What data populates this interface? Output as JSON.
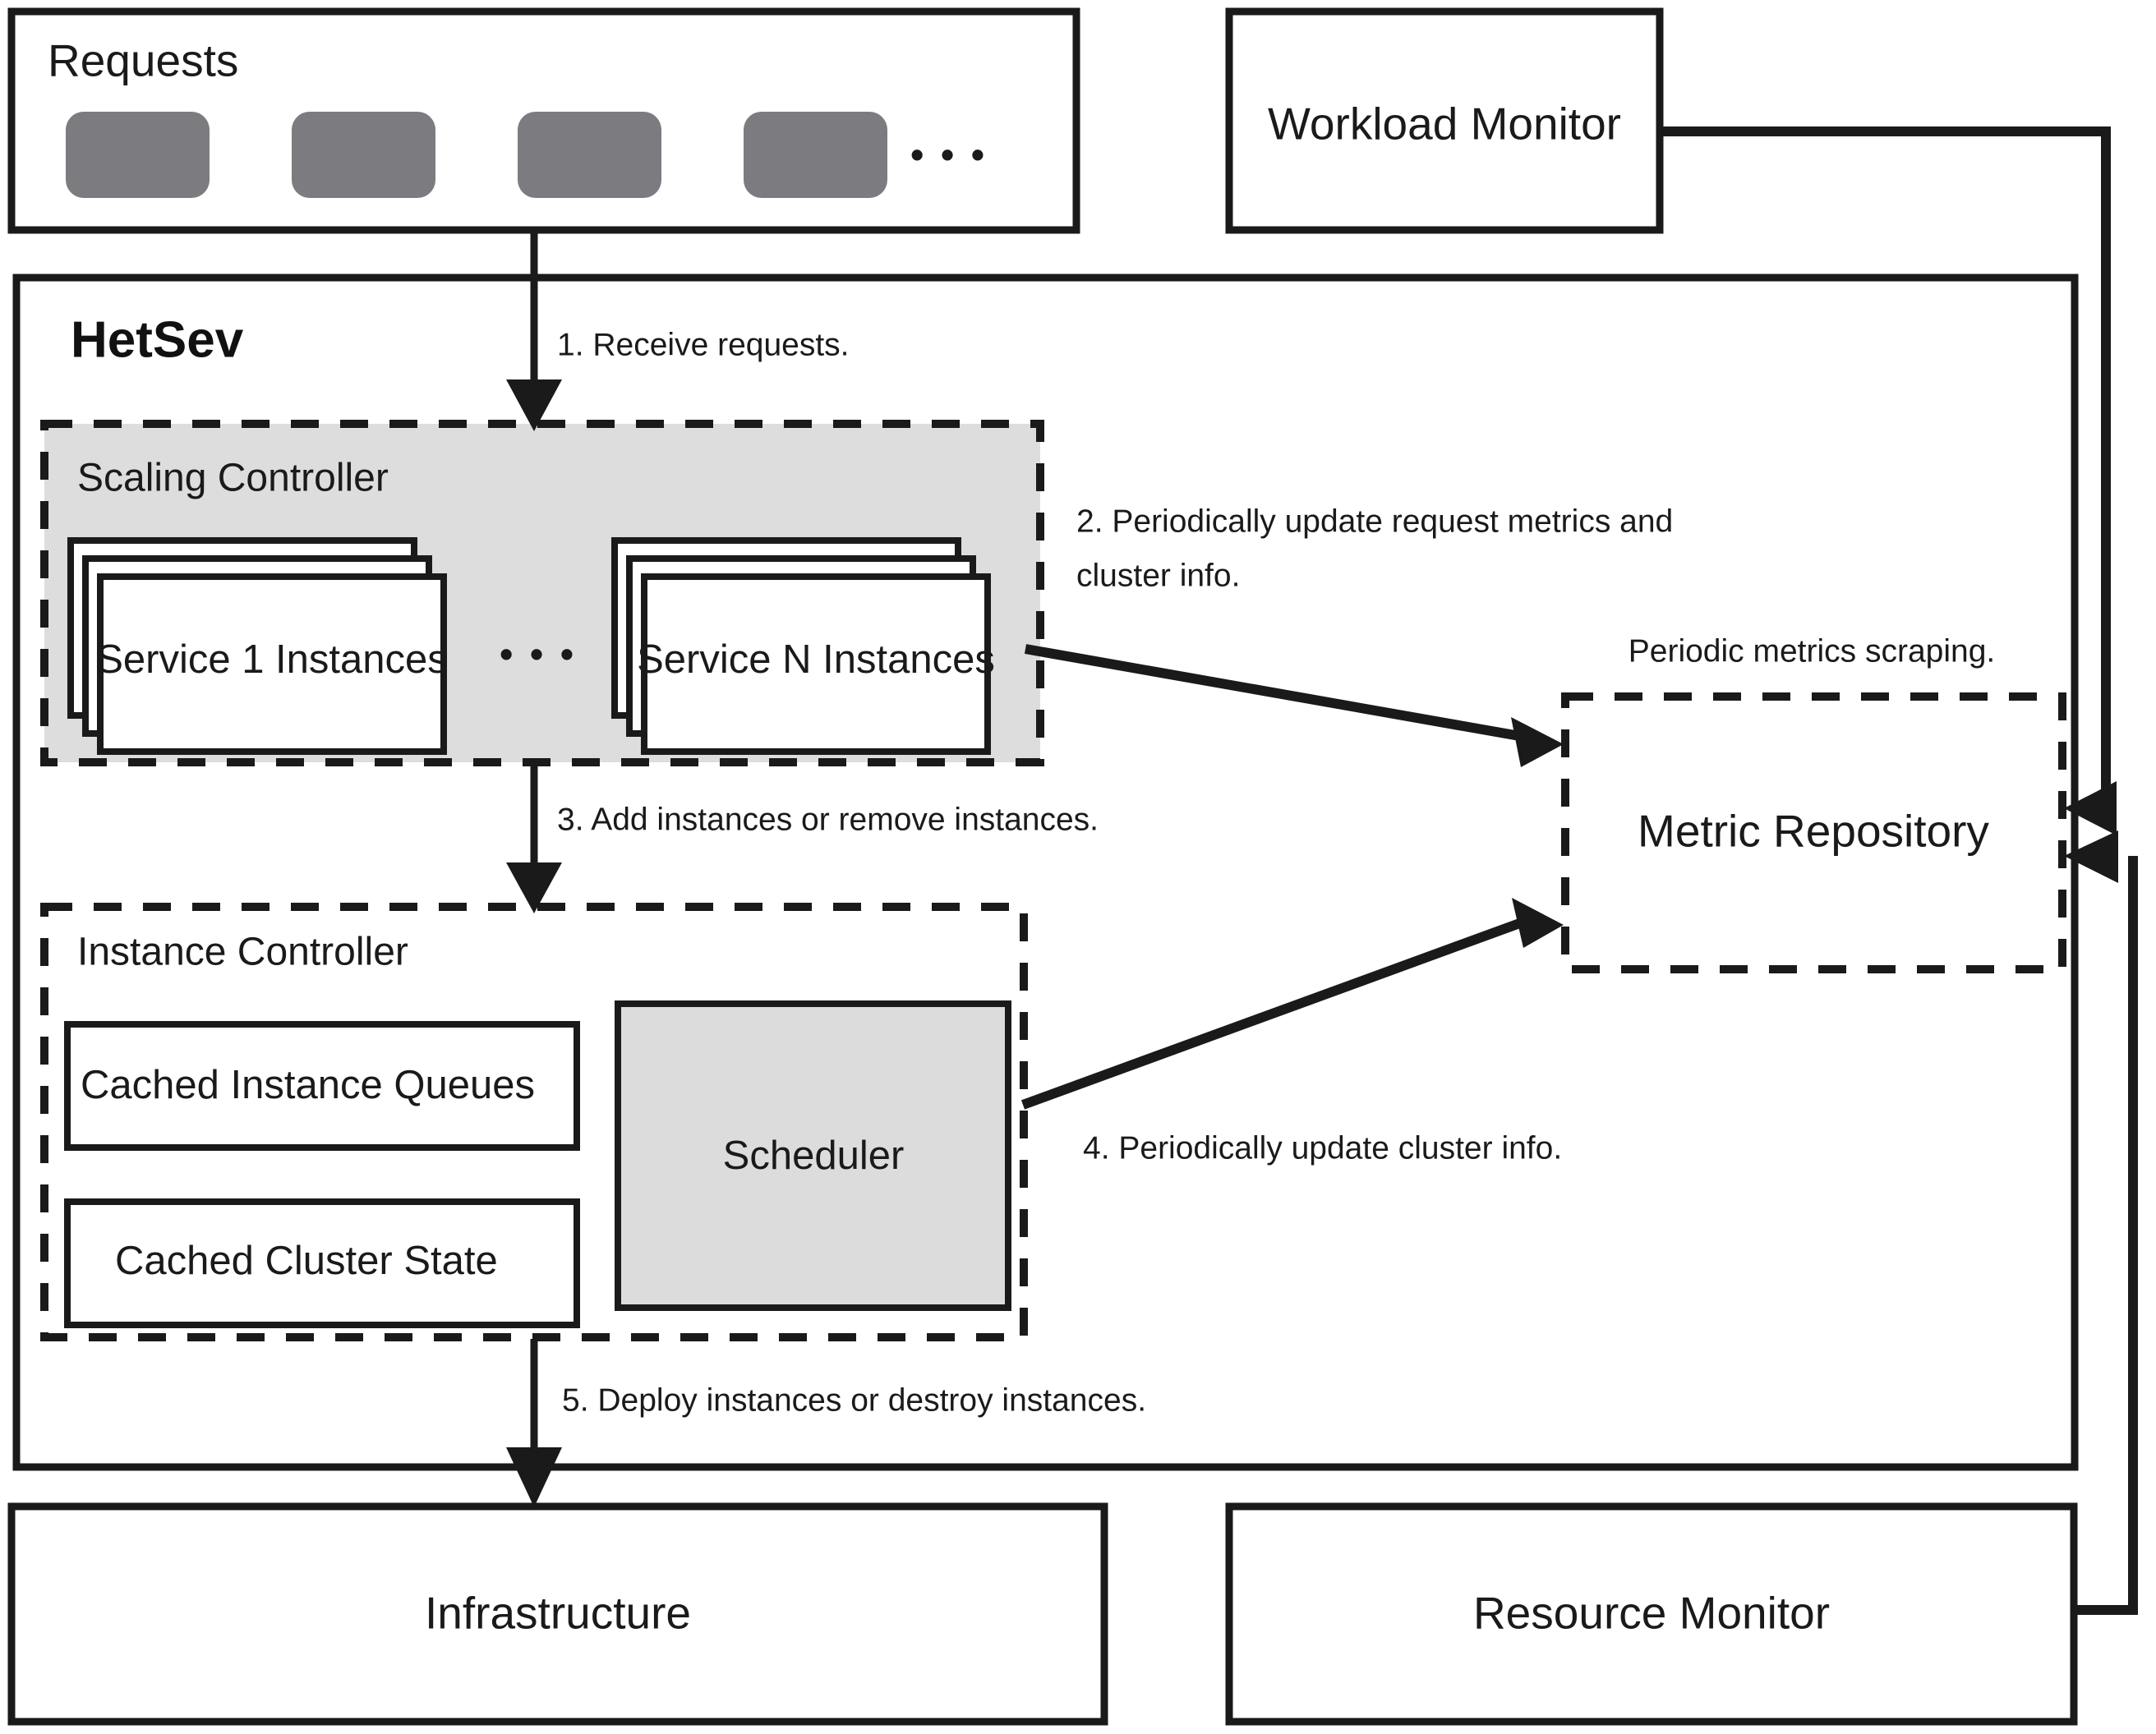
{
  "diagram": {
    "title": "HetSev serverless architecture",
    "system_name": "HetSev",
    "colors": {
      "stroke": "#1a1a1a",
      "request_chip": "#7c7c80",
      "scaling_controller_fill": "#dddddd",
      "scheduler_fill": "#dcdcdc",
      "background": "#ffffff"
    }
  },
  "requests_panel": {
    "label": "Requests",
    "chip_count": 4,
    "ellipsis": "• • •"
  },
  "workload_monitor": {
    "label": "Workload Monitor"
  },
  "resource_monitor": {
    "label": "Resource Monitor"
  },
  "infrastructure": {
    "label": "Infrastructure"
  },
  "metric_repository": {
    "label": "Metric Repository",
    "caption": "Periodic metrics scraping."
  },
  "scaling_controller": {
    "label": "Scaling Controller",
    "services": [
      {
        "label": "Service 1 Instances"
      },
      {
        "label": "Service N Instances"
      }
    ],
    "ellipsis": "• • •"
  },
  "instance_controller": {
    "label": "Instance Controller",
    "items": [
      {
        "label": "Cached Instance Queues"
      },
      {
        "label": "Cached Cluster State"
      }
    ],
    "scheduler": {
      "label": "Scheduler"
    }
  },
  "flow_steps": [
    {
      "id": "step-1",
      "text": "1. Receive requests."
    },
    {
      "id": "step-2",
      "line1": "2. Periodically update request metrics and",
      "line2": "cluster info."
    },
    {
      "id": "step-3",
      "text": "3. Add instances or remove instances."
    },
    {
      "id": "step-4",
      "text": "4. Periodically update cluster info."
    },
    {
      "id": "step-5",
      "text": "5. Deploy instances or destroy instances."
    }
  ]
}
